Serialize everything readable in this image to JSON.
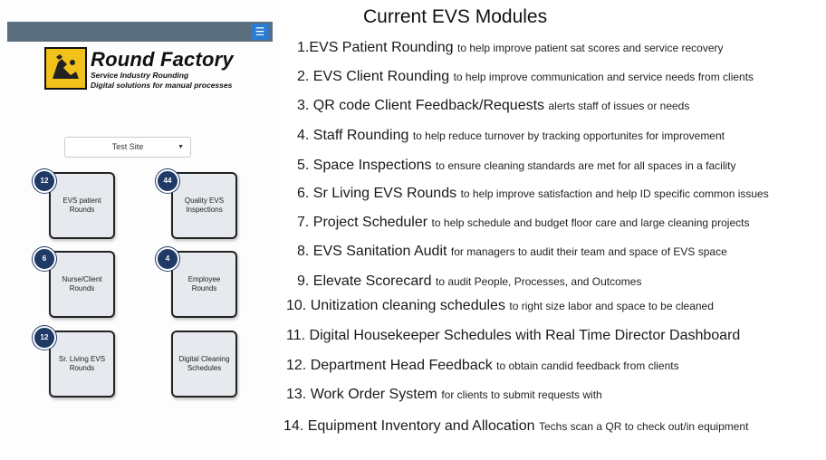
{
  "app": {
    "menu_icon": "hamburger-icon",
    "brand": {
      "name": "Round Factory",
      "tagline_1": "Service Industry Rounding",
      "tagline_2": "Digital solutions for manual processes",
      "logo_color": "#f3c21a"
    },
    "site_select": {
      "value": "Test Site"
    },
    "tiles": [
      {
        "label": "EVS patient Rounds",
        "count": "12"
      },
      {
        "label": "Quality EVS Inspections",
        "count": "44"
      },
      {
        "label": "Nurse/Client Rounds",
        "count": "6"
      },
      {
        "label": "Employee Rounds",
        "count": "4"
      },
      {
        "label": "Sr. Living EVS Rounds",
        "count": "12"
      },
      {
        "label": "Digital Cleaning Schedules",
        "count": ""
      }
    ]
  },
  "slide": {
    "title": "Current EVS Modules",
    "modules": [
      {
        "num": "1.",
        "name": "EVS Patient Rounding",
        "desc": "to help improve patient sat scores and service recovery"
      },
      {
        "num": "2.",
        "name": "EVS Client Rounding",
        "desc": "to help improve communication and service needs from clients"
      },
      {
        "num": "3.",
        "name": "QR code Client Feedback/Requests",
        "desc": "alerts staff of issues or needs"
      },
      {
        "num": "4.",
        "name": "Staff Rounding",
        "desc": "to help reduce turnover by tracking opportunites for improvement"
      },
      {
        "num": "5.",
        "name": "Space Inspections",
        "desc": "to ensure cleaning standards are met for all spaces in a facility"
      },
      {
        "num": "6.",
        "name": "Sr Living EVS Rounds",
        "desc": "to help improve satisfaction and help ID specific common issues"
      },
      {
        "num": "7.",
        "name": "Project Scheduler",
        "desc": "to help schedule and budget floor care and large cleaning projects"
      },
      {
        "num": "8.",
        "name": "EVS Sanitation Audit",
        "desc": "for managers to audit their team and space of EVS space"
      },
      {
        "num": "9.",
        "name": "Elevate Scorecard",
        "desc": "to audit People, Processes, and Outcomes"
      },
      {
        "num": "10.",
        "name": "Unitization cleaning schedules",
        "desc": "to right size labor and space to be cleaned"
      },
      {
        "num": "11.",
        "name": "Digital Housekeeper Schedules with Real Time Director Dashboard",
        "desc": ""
      },
      {
        "num": "12.",
        "name": "Department Head Feedback",
        "desc": "to obtain candid feedback from clients"
      },
      {
        "num": "13.",
        "name": "Work Order System",
        "desc": "for clients to submit requests with"
      },
      {
        "num": "14.",
        "name": "Equipment Inventory and Allocation",
        "desc": "Techs scan a QR to check out/in equipment"
      }
    ]
  }
}
